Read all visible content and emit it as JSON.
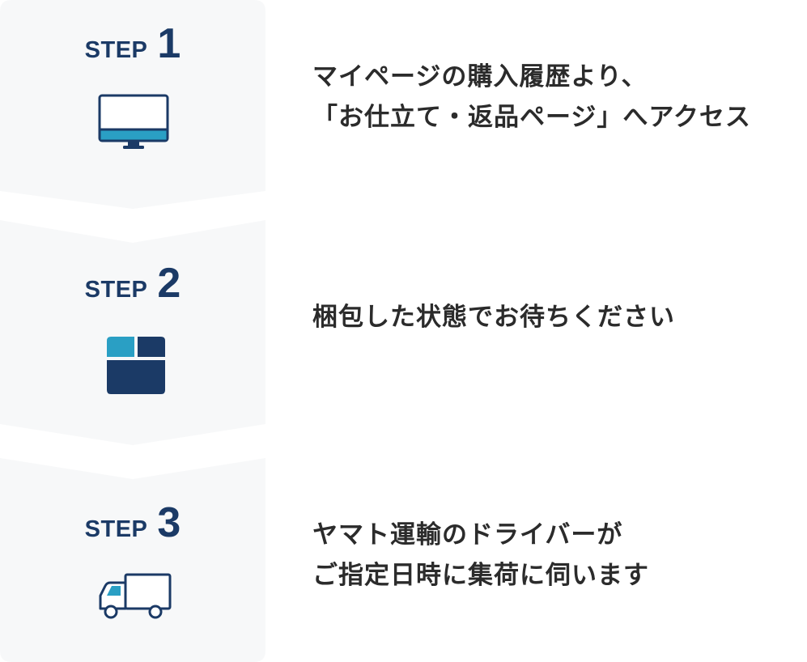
{
  "steps": [
    {
      "label": "STEP",
      "number": "1",
      "icon": "monitor-icon",
      "lines": [
        "マイページの購入履歴より、",
        "「お仕立て・返品ページ」へアクセス"
      ]
    },
    {
      "label": "STEP",
      "number": "2",
      "icon": "box-icon",
      "lines": [
        "梱包した状態でお待ちください"
      ]
    },
    {
      "label": "STEP",
      "number": "3",
      "icon": "truck-icon",
      "lines": [
        "ヤマト運輸のドライバーが",
        "ご指定日時に集荷に伺います"
      ]
    }
  ],
  "colors": {
    "panel": "#f7f8f9",
    "navy": "#1b3a66",
    "accent": "#2a9fc4",
    "text": "#2b2b2b"
  }
}
